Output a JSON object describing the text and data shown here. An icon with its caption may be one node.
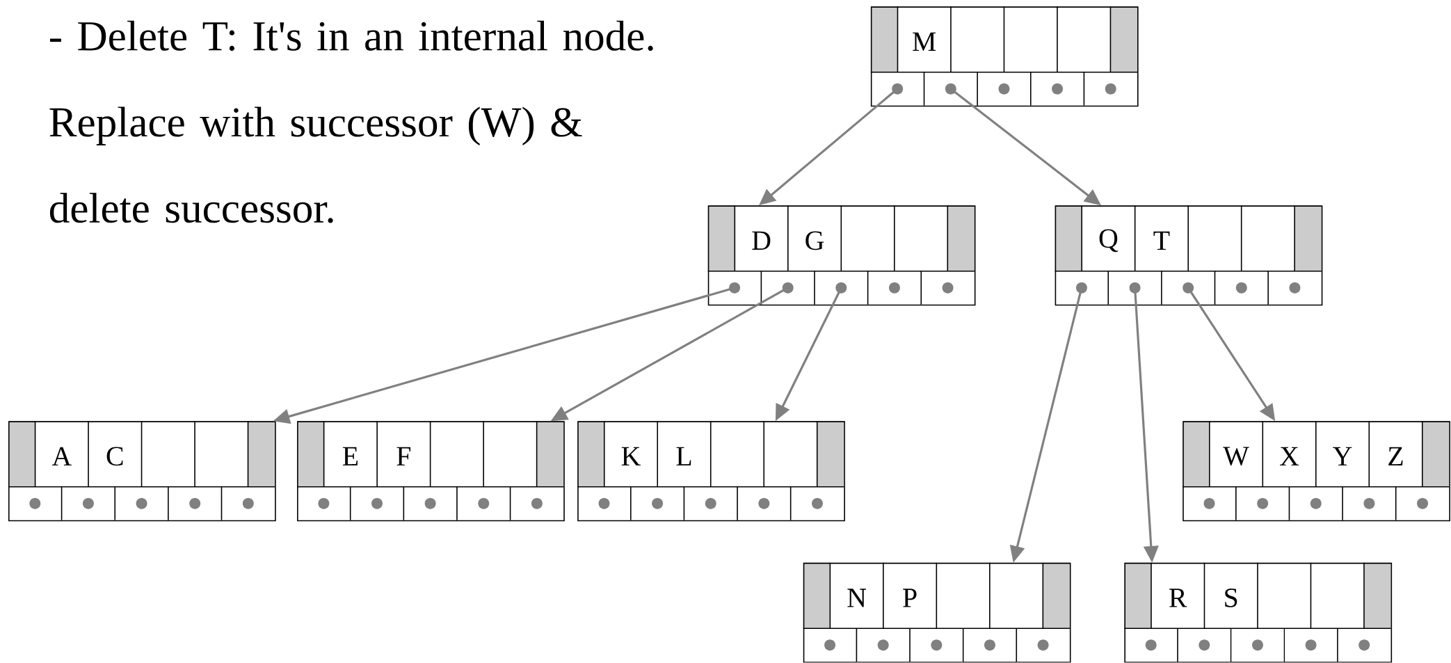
{
  "diagram": {
    "nodes": [
      {
        "text": [
          "M"
        ]
      },
      {
        "text": [
          "D",
          "G"
        ]
      },
      {
        "text": [
          "Q",
          "T"
        ]
      },
      {
        "text": [
          "A",
          "C"
        ]
      },
      {
        "text": [
          "E",
          "F"
        ]
      },
      {
        "text": [
          "K",
          "L"
        ]
      },
      {
        "text": [
          "W",
          "X",
          "Y",
          "Z"
        ]
      },
      {
        "text": [
          "N",
          "P"
        ]
      },
      {
        "text": [
          "R",
          "S"
        ]
      }
    ],
    "edges": [
      {
        "from": 0,
        "to": 1,
        "arrow": "to"
      },
      {
        "from": 0,
        "to": 2,
        "arrow": "to"
      },
      {
        "from": 1,
        "to": 3,
        "arrow": "to"
      },
      {
        "from": 1,
        "to": 4,
        "arrow": "to"
      },
      {
        "from": 1,
        "to": 5,
        "arrow": "to"
      },
      {
        "from": 2,
        "to": 7,
        "arrow": "to"
      },
      {
        "from": 2,
        "to": 8,
        "arrow": "to"
      },
      {
        "from": 2,
        "to": 6,
        "arrow": "to"
      }
    ],
    "labels": [
      "- Delete T: It's in an internal node. Replace with successor (W) & delete successor."
    ]
  }
}
